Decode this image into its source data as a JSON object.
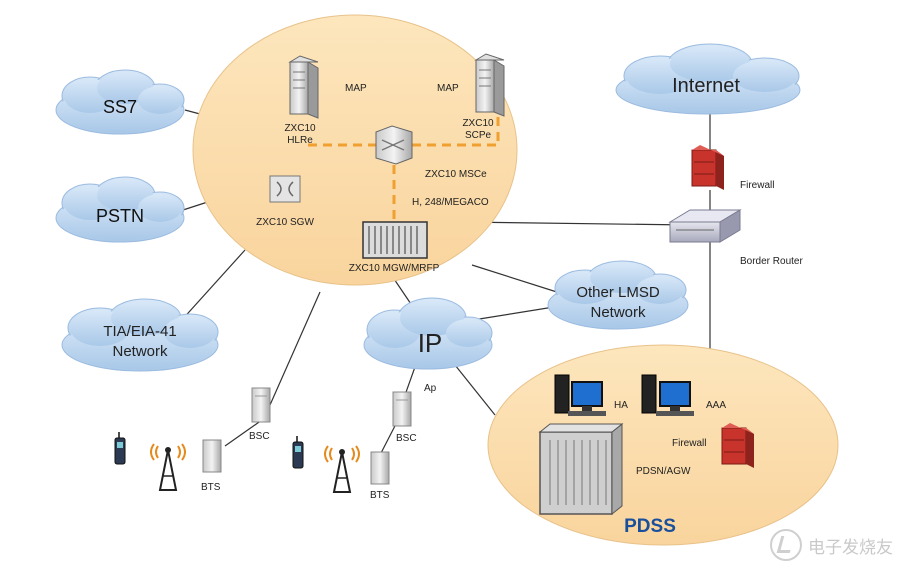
{
  "clouds": {
    "ss7": "SS7",
    "pstn": "PSTN",
    "tia_line1": "TIA/EIA-41",
    "tia_line2": "Network",
    "internet": "Internet",
    "other_line1": "Other LMSD",
    "other_line2": "Network",
    "ip": "IP"
  },
  "core": {
    "map_left": "MAP",
    "map_right": "MAP",
    "hlre_line1": "ZXC10",
    "hlre_line2": "HLRe",
    "scpe_line1": "ZXC10",
    "scpe_line2": "SCPe",
    "msce": "ZXC10 MSCe",
    "sgw": "ZXC10 SGW",
    "protocol": "H, 248/MEGACO",
    "mgw": "ZXC10 MGW/MRFP"
  },
  "network": {
    "firewall_top": "Firewall",
    "border_router": "Border Router",
    "ap": "Ap"
  },
  "access": {
    "bsc_left": "BSC",
    "bts_left": "BTS",
    "bsc_mid": "BSC",
    "bts_mid": "BTS"
  },
  "pdss": {
    "ha": "HA",
    "aaa": "AAA",
    "firewall": "Firewall",
    "pdsn": "PDSN/AGW",
    "title": "PDSS"
  },
  "watermark": "电子发烧友",
  "colors": {
    "ellipse_fill": "#fbdcab",
    "cloud_fill": "#bcd6ef",
    "dashed_link": "#f0a030",
    "pdss_title": "#1a4f9c",
    "firewall": "#c8342c"
  }
}
